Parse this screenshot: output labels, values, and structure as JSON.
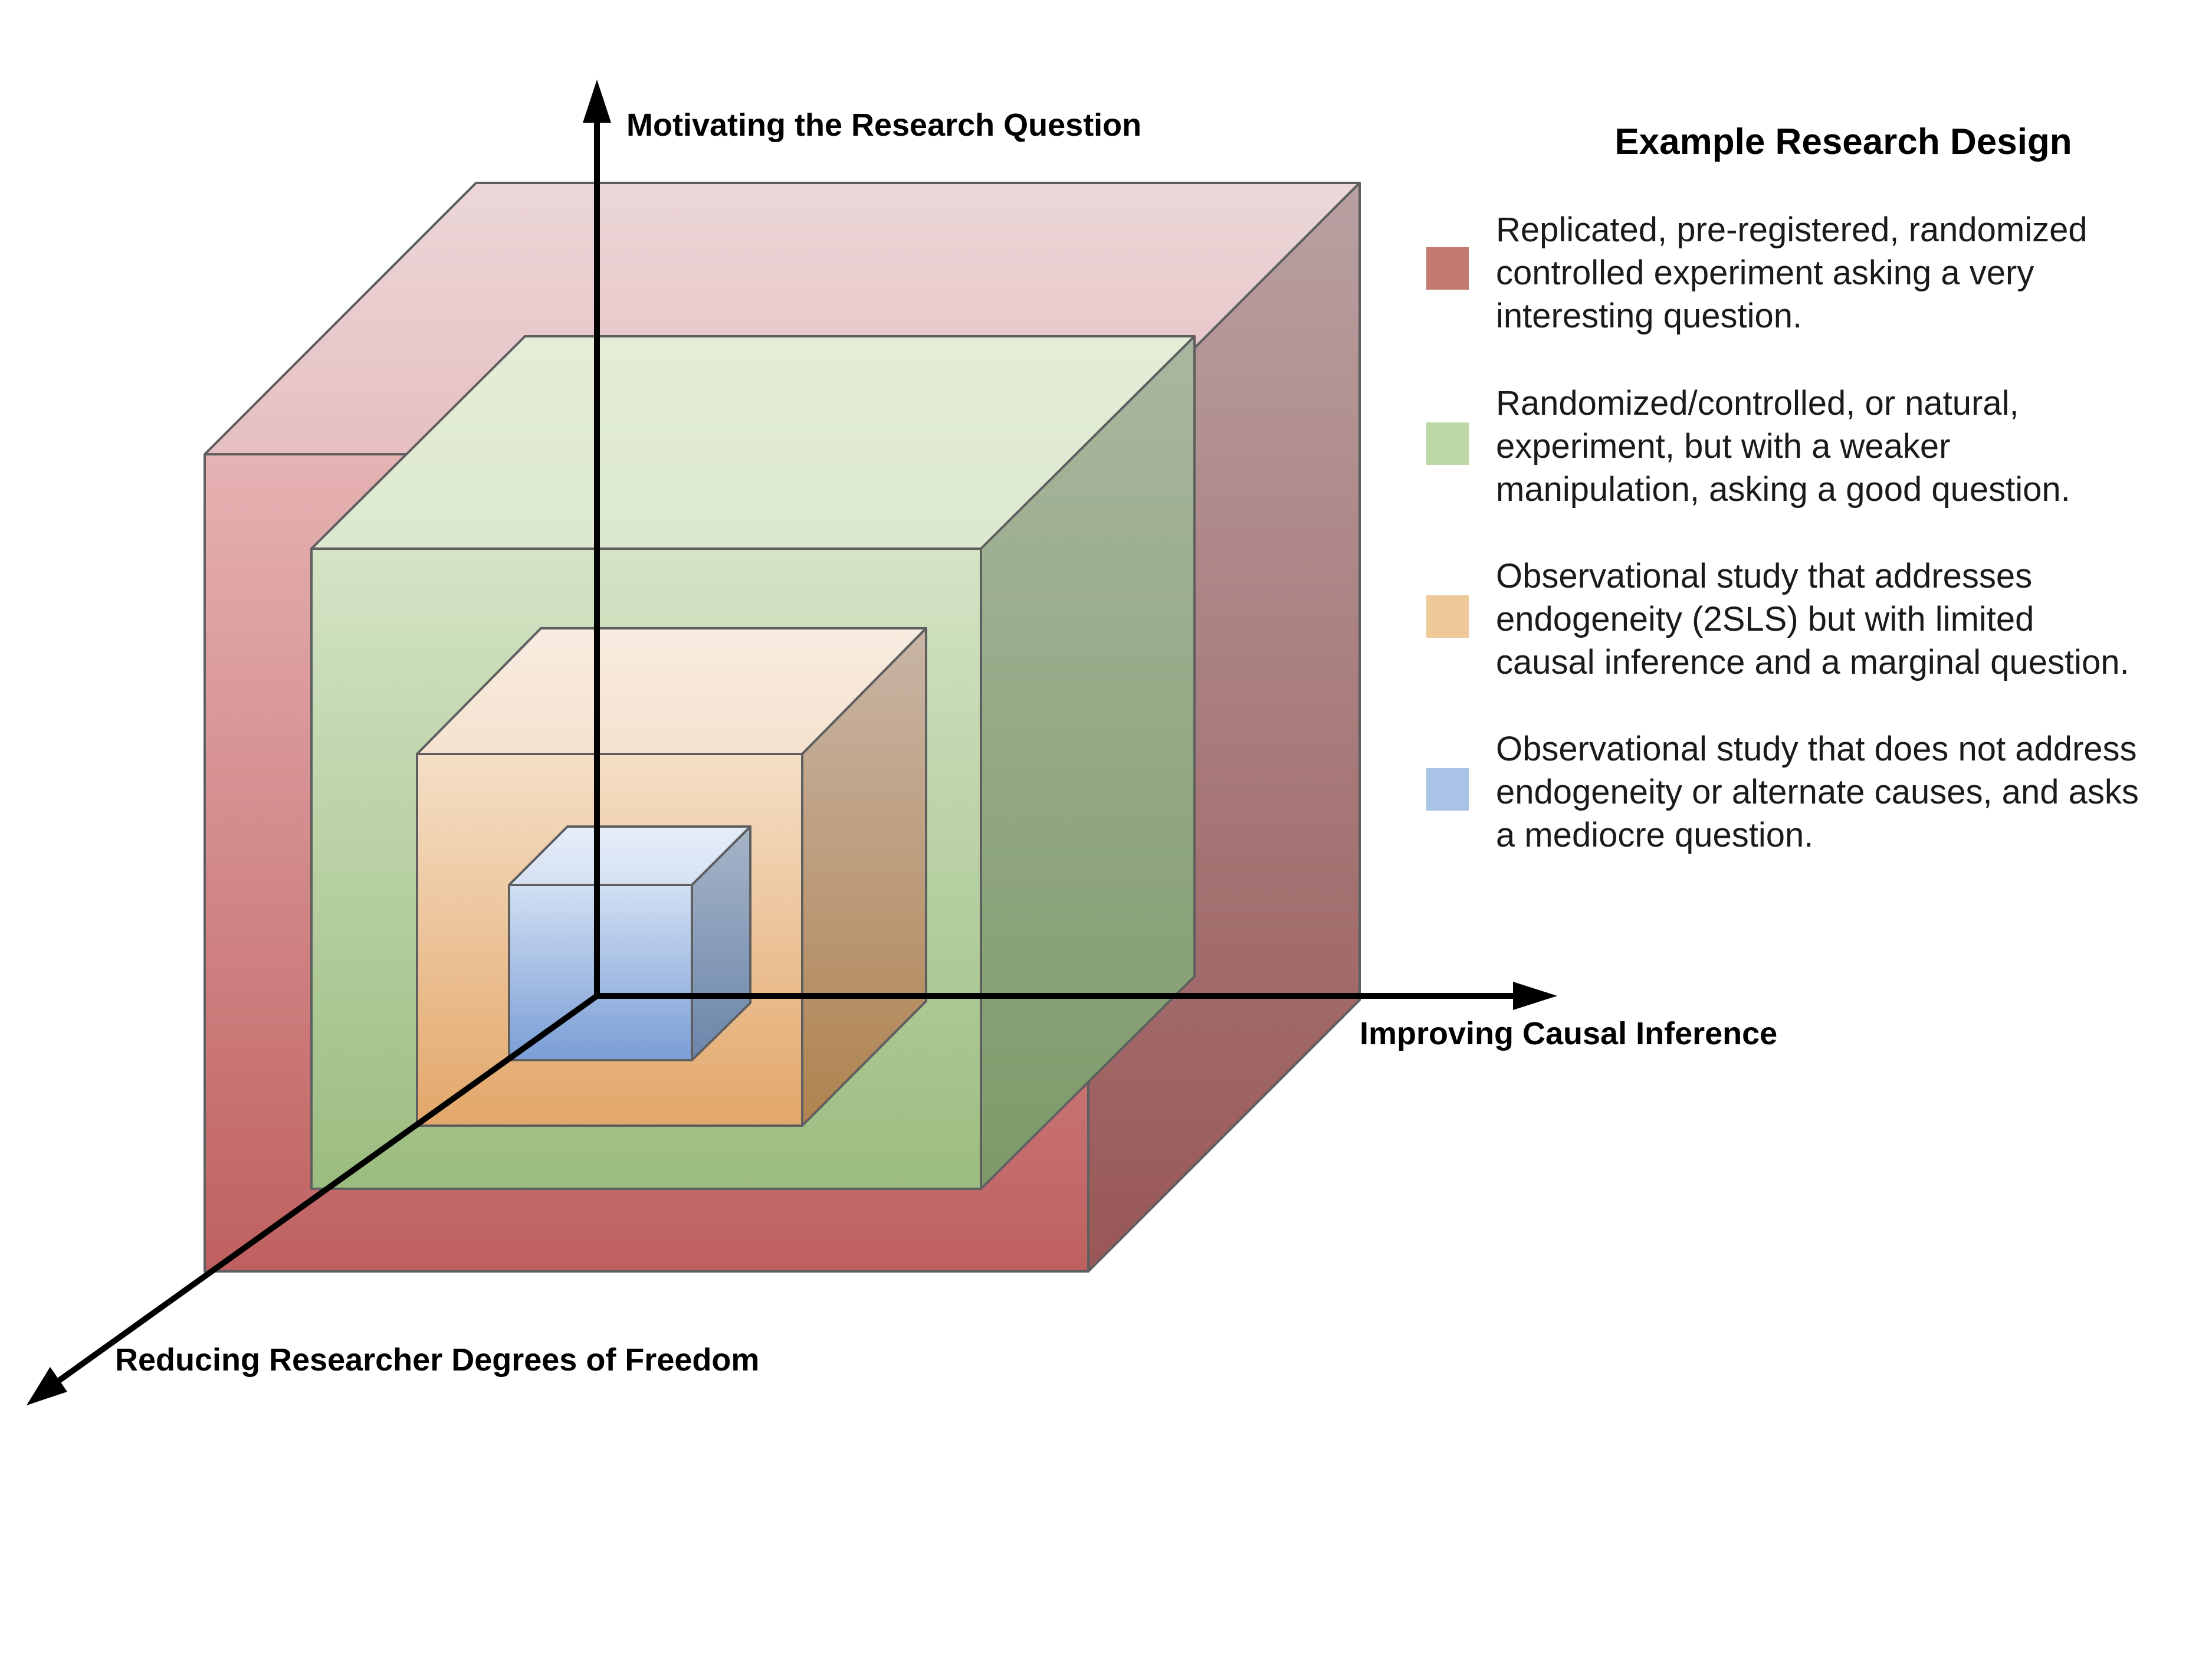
{
  "axes": {
    "y_label": "Motivating the Research Question",
    "x_label": "Improving Causal Inference",
    "z_label": "Reducing Researcher Degrees of Freedom"
  },
  "legend": {
    "title": "Example Research Design",
    "items": [
      {
        "color": "#c47a6e",
        "text": "Replicated, pre-registered, randomized\ncontrolled experiment asking a very\ninteresting question."
      },
      {
        "color": "#bdd7a6",
        "text": "Randomized/controlled, or natural,\nexperiment, but with a weaker\nmanipulation, asking a good question."
      },
      {
        "color": "#eec99a",
        "text": "Observational study that addresses\nendogeneity (2SLS) but with limited\ncausal inference and a marginal question."
      },
      {
        "color": "#a9c3e6",
        "text": "Observational study that does not address\nendogeneity or alternate causes, and asks\na mediocre question."
      }
    ]
  },
  "colors": {
    "red": "#c47a6e",
    "green": "#bdd7a6",
    "orange": "#eec99a",
    "blue": "#a9c3e6"
  }
}
